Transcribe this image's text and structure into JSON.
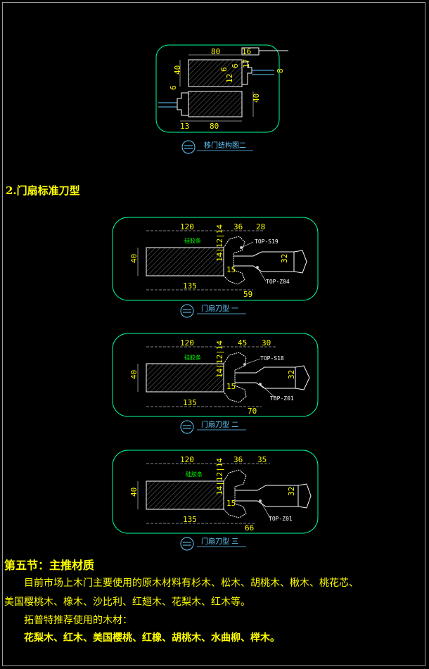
{
  "fig1": {
    "caption": "移门结构图二",
    "dims": {
      "top_80": "80",
      "top_16": "16",
      "d40_left": "40",
      "d6_mid": "6",
      "d17": "17",
      "d6b": "6",
      "d8": "8",
      "d12": "12",
      "d6_left": "6",
      "d40_right": "40",
      "d13": "13",
      "d80_bottom": "80"
    }
  },
  "section_title": "2.门扇标准刀型",
  "profiles": [
    {
      "caption": "门扇刀型 一",
      "label_top": "TOP-S19",
      "label_bottom": "TOP-Z04",
      "label_green": "硅胶条",
      "d_120": "120",
      "d_mid": "36",
      "d_right": "28",
      "d_40": "40",
      "d_stack": "14|12|14",
      "d_15": "15",
      "d_32": "32",
      "d_135": "135",
      "d_bottom": "59"
    },
    {
      "caption": "门扇刀型 二",
      "label_top": "TOP-S18",
      "label_bottom": "TOP-Z01",
      "label_green": "硅胶条",
      "d_120": "120",
      "d_mid": "45",
      "d_right": "30",
      "d_40": "40",
      "d_stack": "14|12|14",
      "d_15": "15",
      "d_32": "32",
      "d_135": "135",
      "d_bottom": "70"
    },
    {
      "caption": "门扇刀型 三",
      "label_top": "",
      "label_bottom": "TOP-Z01",
      "label_green": "硅胶条",
      "d_120": "120",
      "d_mid": "36",
      "d_right": "35",
      "d_40": "40",
      "d_stack": "14|12|14",
      "d_15": "15",
      "d_32": "32",
      "d_135": "135",
      "d_bottom": "66"
    }
  ],
  "section5": {
    "heading": "第五节：主推材质",
    "para1_line1": "目前市场上木门主要使用的原木材料有杉木、松木、胡桃木、楸木、桃花芯、",
    "para1_line2": "美国樱桃木、橡木、沙比利、红翅木、花梨木、红木等。",
    "para2": "拓普特推荐使用的木材：",
    "para3": "花梨木、红木、美国樱桃、红橡、胡桃木、水曲柳、榉木。"
  },
  "colors": {
    "background": "#000000",
    "text": "#ffff00",
    "outline": "#00ff99",
    "hatch": "#8a8a8a",
    "dim": "#b0b0b0",
    "caption": "#66ccff",
    "green_label": "#00ff00"
  }
}
